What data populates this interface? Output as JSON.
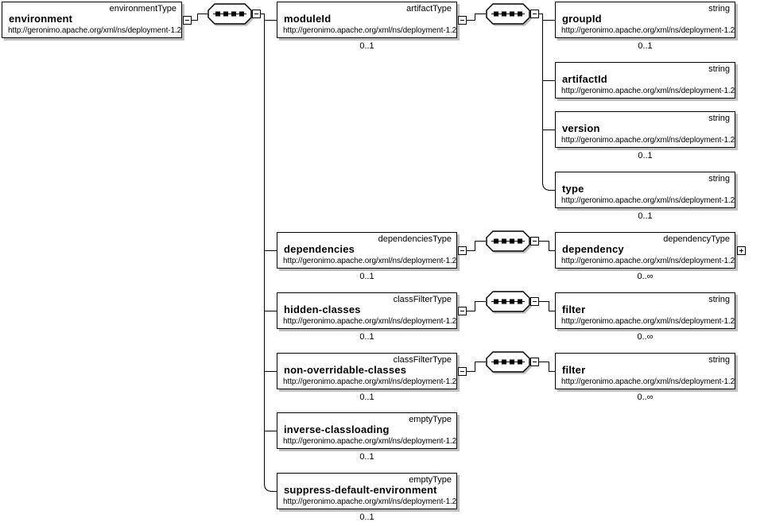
{
  "namespace": "http://geronimo.apache.org/xml/ns/deployment-1.2",
  "nodes": {
    "environment": {
      "name": "environment",
      "type": "environmentType"
    },
    "moduleId": {
      "name": "moduleId",
      "type": "artifactType",
      "cardinality": "0..1"
    },
    "groupId": {
      "name": "groupId",
      "type": "string",
      "cardinality": "0..1"
    },
    "artifactId": {
      "name": "artifactId",
      "type": "string"
    },
    "version": {
      "name": "version",
      "type": "string",
      "cardinality": "0..1"
    },
    "typeElement": {
      "name": "type",
      "type": "string",
      "cardinality": "0..1"
    },
    "dependencies": {
      "name": "dependencies",
      "type": "dependenciesType",
      "cardinality": "0..1"
    },
    "dependency": {
      "name": "dependency",
      "type": "dependencyType",
      "cardinality": "0..∞"
    },
    "hiddenClasses": {
      "name": "hidden-classes",
      "type": "classFilterType",
      "cardinality": "0..1"
    },
    "hiddenFilter": {
      "name": "filter",
      "type": "string",
      "cardinality": "0..∞"
    },
    "nonOverridableClasses": {
      "name": "non-overridable-classes",
      "type": "classFilterType",
      "cardinality": "0..1"
    },
    "nonOverridableFilter": {
      "name": "filter",
      "type": "string",
      "cardinality": "0..∞"
    },
    "inverseClassloading": {
      "name": "inverse-classloading",
      "type": "emptyType",
      "cardinality": "0..1"
    },
    "suppressDefaultEnvironment": {
      "name": "suppress-default-environment",
      "type": "emptyType",
      "cardinality": "0..1"
    }
  },
  "icons": {
    "sequence": "sequence-model-group",
    "collapse": "minus",
    "expand": "plus"
  }
}
